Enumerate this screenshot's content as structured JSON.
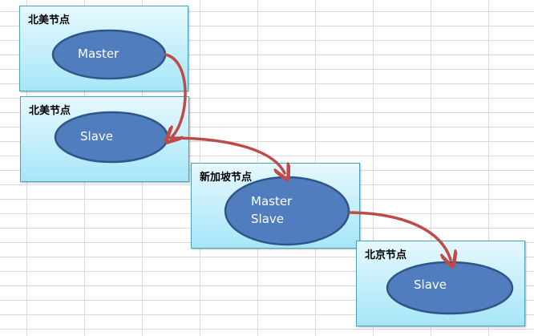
{
  "nodes": [
    {
      "title": "北美节点",
      "roles": [
        "Master"
      ]
    },
    {
      "title": "北美节点",
      "roles": [
        "Slave"
      ]
    },
    {
      "title": "新加坡节点",
      "roles": [
        "Master",
        "Slave"
      ]
    },
    {
      "title": "北京节点",
      "roles": [
        "Slave"
      ]
    }
  ],
  "colors": {
    "ellipse": "#4f7dbd",
    "ellipse_border": "#2f5589",
    "arrow": "#be4b48"
  }
}
